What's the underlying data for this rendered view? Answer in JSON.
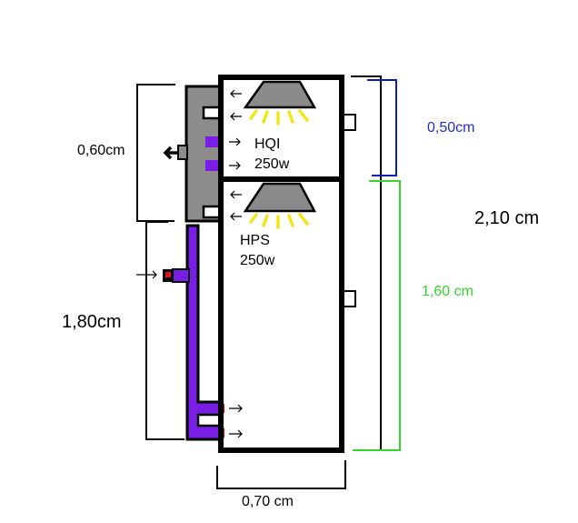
{
  "labels": {
    "top_height": "0,50cm",
    "bottom_height": "1,60 cm",
    "total_height": "2,10 cm",
    "duct_upper": "0,60cm",
    "duct_lower": "1,80cm",
    "width": "0,70 cm",
    "lamp_top_name": "HQI",
    "lamp_top_power": "250w",
    "lamp_bottom_name": "HPS",
    "lamp_bottom_power": "250w"
  },
  "colors": {
    "blue_bracket": "#0b1bb8",
    "blue_text": "#1e2fc9",
    "green": "#36d52c",
    "purple": "#7a1ee6",
    "grey_duct": "#8c8c8c",
    "lamp_grey": "#8a8a8a",
    "red": "#e0141e",
    "dark_blue": "#0a0a8c",
    "yellow": "#f2e61a",
    "black": "#000000"
  }
}
